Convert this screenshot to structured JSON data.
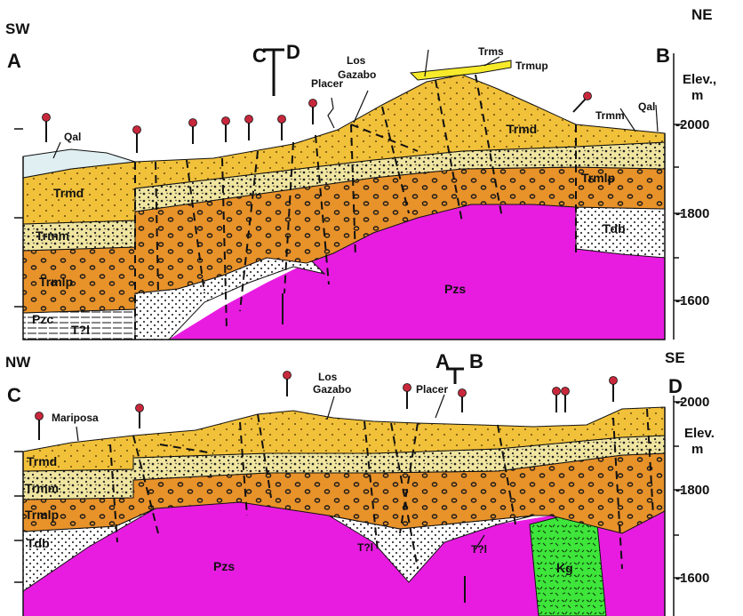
{
  "sections": [
    {
      "left_dir": "SW",
      "right_dir": "NE",
      "start_letter": "A",
      "end_letter": "B",
      "cross_mark": "C",
      "cross_mark_2": "D",
      "elev_title_1": "Elev.,",
      "elev_title_2": "m",
      "ticks": [
        "-2000",
        "-1800",
        "-1600"
      ],
      "units": {
        "qal_left": "Qal",
        "qal_right": "Qal",
        "trmd": "Trmd",
        "trmm": "Trmm",
        "trmlp": "Trmlp",
        "trmd_r": "Trmd",
        "trmm_r": "Trmm",
        "trmlp_r": "Trmlp",
        "tdb_r": "Tdb",
        "pzs": "Pzs",
        "pzc": "Pzc",
        "tq": "T?l",
        "trms": "Trms",
        "trmup": "Trmup"
      },
      "places": {
        "placer": "Placer",
        "los": "Los",
        "gazabo": "Gazabo"
      }
    },
    {
      "left_dir": "NW",
      "right_dir": "SE",
      "start_letter": "C",
      "end_letter": "D",
      "cross_mark": "A",
      "cross_mark_2": "B",
      "elev_title_1": "Elev.",
      "elev_title_2": "m",
      "ticks": [
        "-2000",
        "-1800",
        "-1600"
      ],
      "units": {
        "trmd": "Trmd",
        "trmm": "Trmm",
        "trmlp": "Trmlp",
        "tdb": "Tdb",
        "pzs": "Pzs",
        "tq1": "T?l",
        "tq2": "T?l",
        "kg": "Kg"
      },
      "places": {
        "mariposa": "Mariposa",
        "los": "Los",
        "gazabo": "Gazabo",
        "placer": "Placer"
      }
    }
  ],
  "colors": {
    "trmd": "#f2c13a",
    "trmm": "#f0e5a0",
    "trmlp": "#e8922a",
    "pzs": "#e81ce0",
    "tdb": "#ffffff",
    "kg": "#3ee53a",
    "alluvium": "#dfeff2",
    "well": "#c8283c"
  }
}
